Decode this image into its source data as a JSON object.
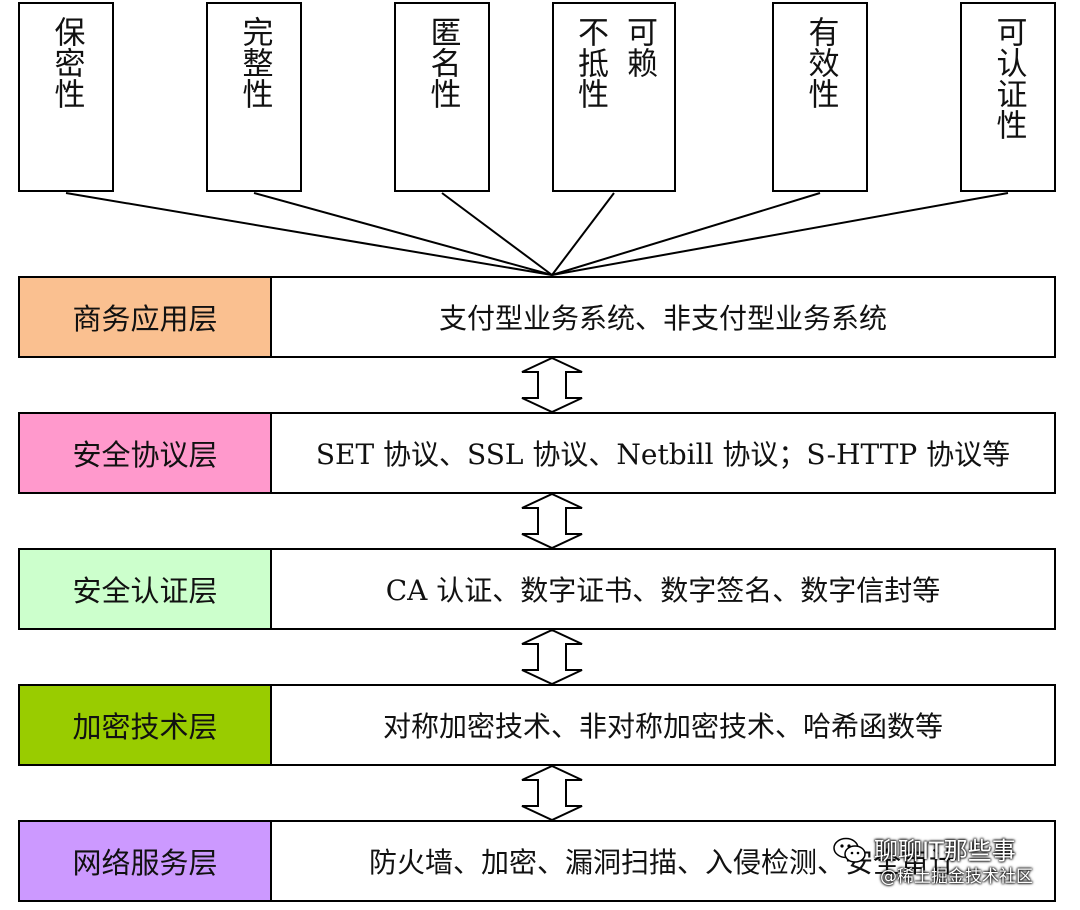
{
  "properties": [
    {
      "id": "confidentiality",
      "columns": [
        "保密性"
      ]
    },
    {
      "id": "integrity",
      "columns": [
        "完整性"
      ]
    },
    {
      "id": "anonymity",
      "columns": [
        "匿名性"
      ]
    },
    {
      "id": "non-repudiation",
      "columns": [
        "不抵性",
        "可赖"
      ]
    },
    {
      "id": "validity",
      "columns": [
        "有效性"
      ]
    },
    {
      "id": "authenticity",
      "columns": [
        "可认证性"
      ]
    }
  ],
  "layers": [
    {
      "label": "商务应用层",
      "description": "支付型业务系统、非支付型业务系统",
      "color": "#fac090"
    },
    {
      "label": "安全协议层",
      "description": "SET 协议、SSL 协议、Netbill 协议；S-HTTP 协议等",
      "color": "#ff99cc"
    },
    {
      "label": "安全认证层",
      "description": "CA 认证、数字证书、数字签名、数字信封等",
      "color": "#ccffcc"
    },
    {
      "label": "加密技术层",
      "description": "对称加密技术、非对称加密技术、哈希函数等",
      "color": "#99cc00"
    },
    {
      "label": "网络服务层",
      "description": "防火墙、加密、漏洞扫描、入侵检测、安全审计",
      "color": "#cc99ff"
    }
  ],
  "watermark": {
    "line1": "聊聊IT那些事",
    "line2": "@稀土掘金技术社区",
    "icon": "wechat-icon"
  }
}
